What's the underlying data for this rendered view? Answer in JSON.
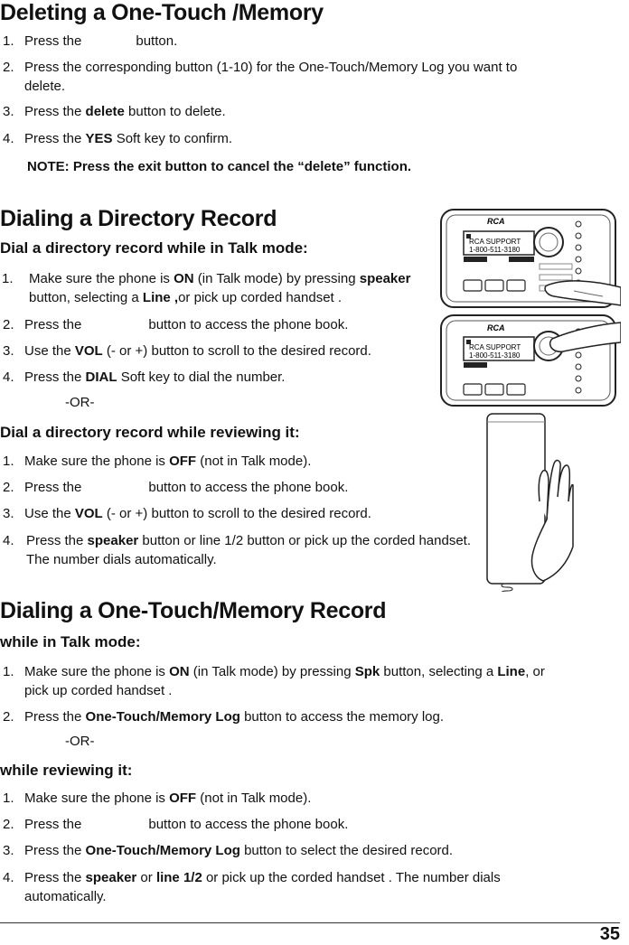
{
  "page_number": "35",
  "deleting": {
    "title": "Deleting a  One-Touch /Memory",
    "steps": [
      {
        "num": "1.",
        "a": "Press the",
        "b": "button."
      },
      {
        "num": "2.",
        "a": "Press the corresponding button (1-10) for the One-Touch/Memory Log  you want to",
        "b": "delete."
      },
      {
        "num": "3.",
        "a": "Press the ",
        "bold": "delete",
        "b": "  button to delete."
      },
      {
        "num": "4.",
        "a": "Press the ",
        "bold": "YES",
        "b": " Soft key to confirm."
      }
    ],
    "note": "NOTE: Press the exit button to cancel the “delete” function."
  },
  "dialing_directory": {
    "title": "Dialing a  Directory  Record",
    "sub1": "Dial a  directory  record while in Talk  mode:",
    "steps1": [
      {
        "num": "1.",
        "a": "Make sure the phone is ",
        "bold1": "ON",
        "b": " (in Talk mode) by pressing ",
        "bold2": "speaker",
        "c": "button, selecting a ",
        "bold3": "Line ,",
        "d": "or pick up corded handset ."
      },
      {
        "num": "2.",
        "a": "Press the",
        "b": "button to access the phone book."
      },
      {
        "num": "3.",
        "a": "Use the  ",
        "bold": "VOL",
        "b": "  (- or +) button to scroll to the desired record."
      },
      {
        "num": "4.",
        "a": "Press the  ",
        "bold": "DIAL",
        "b": "  Soft key to dial the number."
      }
    ],
    "or": "-OR-",
    "sub2": "Dial a  directory   record while reviewing it:",
    "steps2": [
      {
        "num": "1.",
        "a": "Make sure the phone is  ",
        "bold": "OFF",
        "b": " (not in Talk mode)."
      },
      {
        "num": "2.",
        "a": "Press the",
        "b": "button to access the phone book."
      },
      {
        "num": "3.",
        "a": "Use the   ",
        "bold": "VOL",
        "b": "  (- or +) button to scroll to the desired record."
      },
      {
        "num": "4.",
        "a": "Press the ",
        "bold": "speaker",
        "b": " button or line 1/2 button or pick up the corded handset.",
        "c": "The number dials automatically."
      }
    ]
  },
  "dialing_onetouch": {
    "title": "Dialing a  One-Touch/Memory  Record",
    "sub1": "while in Talk mode:",
    "steps1": [
      {
        "num": "1.",
        "a": "Make sure the phone is ",
        "bold1": "ON",
        "b": "  (in Talk mode) by pressing  ",
        "bold2": "Spk",
        "c": "  button, selecting a  ",
        "bold3": "Line",
        ",d": "",
        "d": ", or",
        "e": "pick up corded handset ."
      },
      {
        "num": "2.",
        "a": "Press the  ",
        "bold": "One-Touch/Memory Log",
        "b": "  button to access the memory log."
      }
    ],
    "or": "-OR-",
    "sub2": "while reviewing it:",
    "steps2": [
      {
        "num": "1.",
        "a": "Make sure the phone is ",
        "bold": "OFF",
        "b": " (not in Talk mode)."
      },
      {
        "num": "2.",
        "a": "Press the",
        "b": "button to access the phone book."
      },
      {
        "num": "3.",
        "a": "Press the ",
        "bold": "One-Touch/Memory Log",
        "b": "  button to select the desired record."
      },
      {
        "num": "4.",
        "a": "Press the  ",
        "bold1": "speaker",
        "b": "  or  ",
        "bold2": "line 1/2",
        "c": "  or pick up the corded handset . The number dials",
        "d": "automatically."
      }
    ]
  },
  "phone_display": {
    "brand": "RCA",
    "line1": "RCA SUPPORT",
    "line2a": "1-800-511-3180",
    "line2b": "1-800-511-3180"
  }
}
